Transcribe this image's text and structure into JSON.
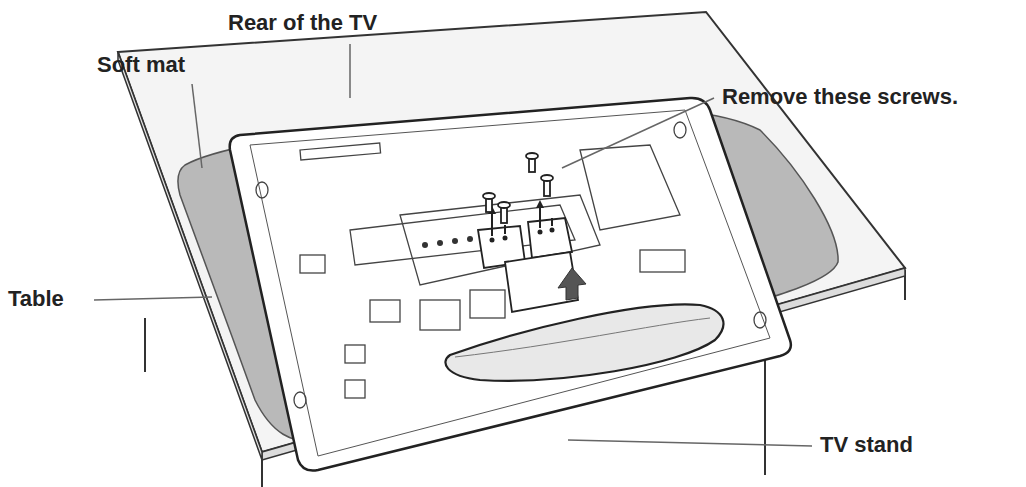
{
  "diagram": {
    "labels": [
      "Rear of the TV",
      "Soft mat",
      "Remove these screws.",
      "Table",
      "TV stand"
    ]
  }
}
